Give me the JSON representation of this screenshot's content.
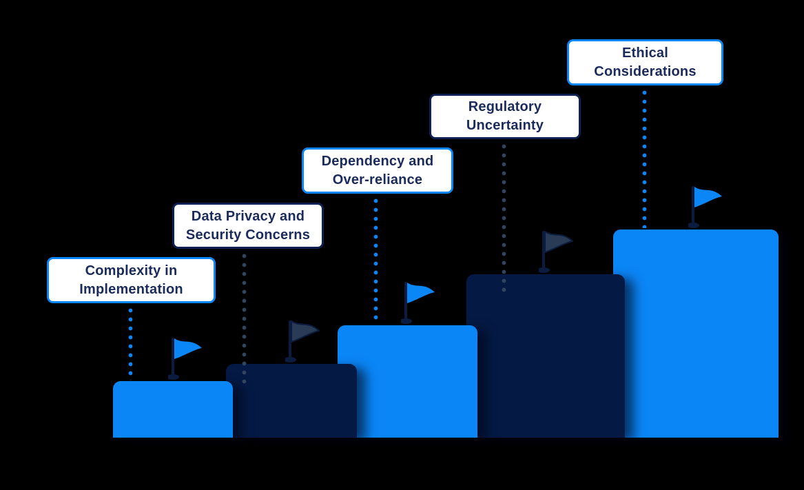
{
  "colors": {
    "background": "#000000",
    "blue": "#0B86F7",
    "navy": "#041A45",
    "label_bg": "#FFFFFF",
    "label_text": "#1B2B5C",
    "label_border_navy": "#0F2150",
    "dot_navy": "#32455E",
    "flag_navy_fill": "#2A3C55",
    "flag_pole_navy": "#0B1C40"
  },
  "steps": [
    {
      "label": "Complexity in Implementation",
      "label_lines": [
        "Complexity in",
        "Implementation"
      ],
      "variant": "blue"
    },
    {
      "label": "Data Privacy and Security Concerns",
      "label_lines": [
        "Data Privacy and",
        "Security Concerns"
      ],
      "variant": "navy"
    },
    {
      "label": "Dependency and Over-reliance",
      "label_lines": [
        "Dependency and",
        "Over-reliance"
      ],
      "variant": "blue"
    },
    {
      "label": "Regulatory Uncertainty",
      "label_lines": [
        "Regulatory",
        "Uncertainty"
      ],
      "variant": "navy"
    },
    {
      "label": "Ethical Considerations",
      "label_lines": [
        "Ethical",
        "Considerations"
      ],
      "variant": "blue"
    }
  ]
}
